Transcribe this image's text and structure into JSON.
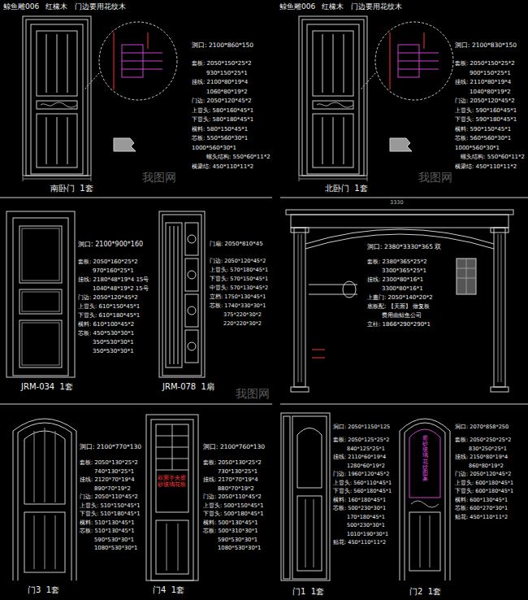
{
  "diagram": {
    "labels": [
      "鲸鱼雕006",
      "红橡木",
      "门边要用花纹木",
      "洞口: 2100*860*150",
      "套板: 2050*150*25*2",
      "930*150*25*1",
      "挂线: 2100*80*19*4",
      "1060*80*19*2",
      "门边: 2050*120*45*2",
      "上冒头: 580*160*45*1",
      "下冒头: 580*180*45*1",
      "横料: 580*150*45*1",
      "芯板: 550*560*30*1",
      "1000*560*30*1",
      "螺头结构: 550*60*11*2",
      "横梁结: 450*110*11*2",
      "南卧门  1套",
      "鲸鱼雕006",
      "红橡木",
      "门边要用花纹木",
      "洞口: 2100*830*150",
      "套板: 2050*150*25*2",
      "900*150*25*1",
      "挂线: 2110*80*19*4",
      "1040*80*19*2",
      "门边: 2050*120*45*2",
      "上冒头: 590*160*45*1",
      "下冒头: 590*180*45*1",
      "横料: 590*150*45*1",
      "芯板: 560*560*30*1",
      "1000*560*30*1",
      "螺头结构: 550*60*11*2",
      "横梁结: 450*110*11*2",
      "北卧门  1套",
      "洞口: 2100*900*160",
      "套板: 2050*160*25*2",
      "970*160*25*1",
      "挂线: 2180*48*19*4 15号",
      "1040*48*19*2 15号",
      "门边: 2050*120*45*2",
      "上冒头: 610*150*45*1",
      "下冒头: 610*180*45*1",
      "横料: 610*100*45*2",
      "芯板: 450*530*30*1",
      "350*530*30*1",
      "350*530*30*1",
      "JRM-034  1套",
      "门扇: 2050*810*45",
      "门边: 2050*120*45*2",
      "上冒头: 570*180*45*1",
      "下冒头: 570*150*45*1",
      "中冒头: 570*130*45*2",
      "立档: 1750*130*45*1",
      "芯板: 1740*330*30*1",
      "375*220*30*2",
      "220*220*30*2",
      "JRM-078  1扇",
      "3330",
      "洞口: 2380*3330*365 双",
      "套板: 2380*365*25*2",
      "3300*365*25*1",
      "挂线: 2300*80*16*1",
      "3300*80*16*1",
      "上盖门: 2050*140*20*2",
      "底板配: 【天面】 做复板",
      "费用由鲸鱼公司",
      "立柱: 1866*290*290*1",
      "洞口: 2100*770*130",
      "套板: 2050*130*25*2",
      "740*130*25*1",
      "挂线: 2120*70*19*4",
      "890*70*19*2",
      "门边: 2050*110*45*2",
      "上冒头: 510*150*45*1",
      "下冒头: 510*180*45*1",
      "横料: 510*130*45*1",
      "芯板: 510*130*45*1",
      "590*530*30*1",
      "1080*530*30*1",
      "门3  1套",
      "双面手夹磨砂玻璃花板",
      "洞口: 2100*760*130",
      "套板: 2050*130*25*2",
      "730*130*25*1",
      "挂线: 2170*70*19*4",
      "880*70*19*2",
      "门边: 2050*110*45*2",
      "上冒头: 500*150*45*1",
      "下冒头: 500*180*45*1",
      "横料: 500*130*45*1",
      "芯板: 500*310*30*1",
      "590*530*30*1",
      "1080*530*30*1",
      "门4  1套",
      "洞口: 2050*1150*125",
      "套板: 2050*125*25*2",
      "840*125*25*1",
      "挂线: 2110*60*19*4",
      "1280*60*19*2",
      "门边: 1960*120*45*2",
      "上冒头: 560*110*45*1",
      "下冒头: 560*180*45*1",
      "横料: 160*180*45*1",
      "芯板: 500*230*30*1",
      "170*180*45*1",
      "500*230*30*1",
      "1010*190*30*1",
      "贴花: 450*110*11*2",
      "门1  1套",
      "洞口: 2070*858*250",
      "套板: 2050*250*25*2",
      "830*250*25*1",
      "挂线: 2150*80*19*4",
      "860*80*19*2",
      "门边: 2050*120*45*2",
      "上冒头: 600*180*45*1",
      "下冒头: 600*180*45*1",
      "横料: 600*130*45*1",
      "芯板: 600*270*30*1",
      "贴花: 450*110*11*2",
      "门2  1套",
      "磨砂玻璃花纹图案",
      "我图网",
      "我图网",
      "我图网"
    ]
  }
}
